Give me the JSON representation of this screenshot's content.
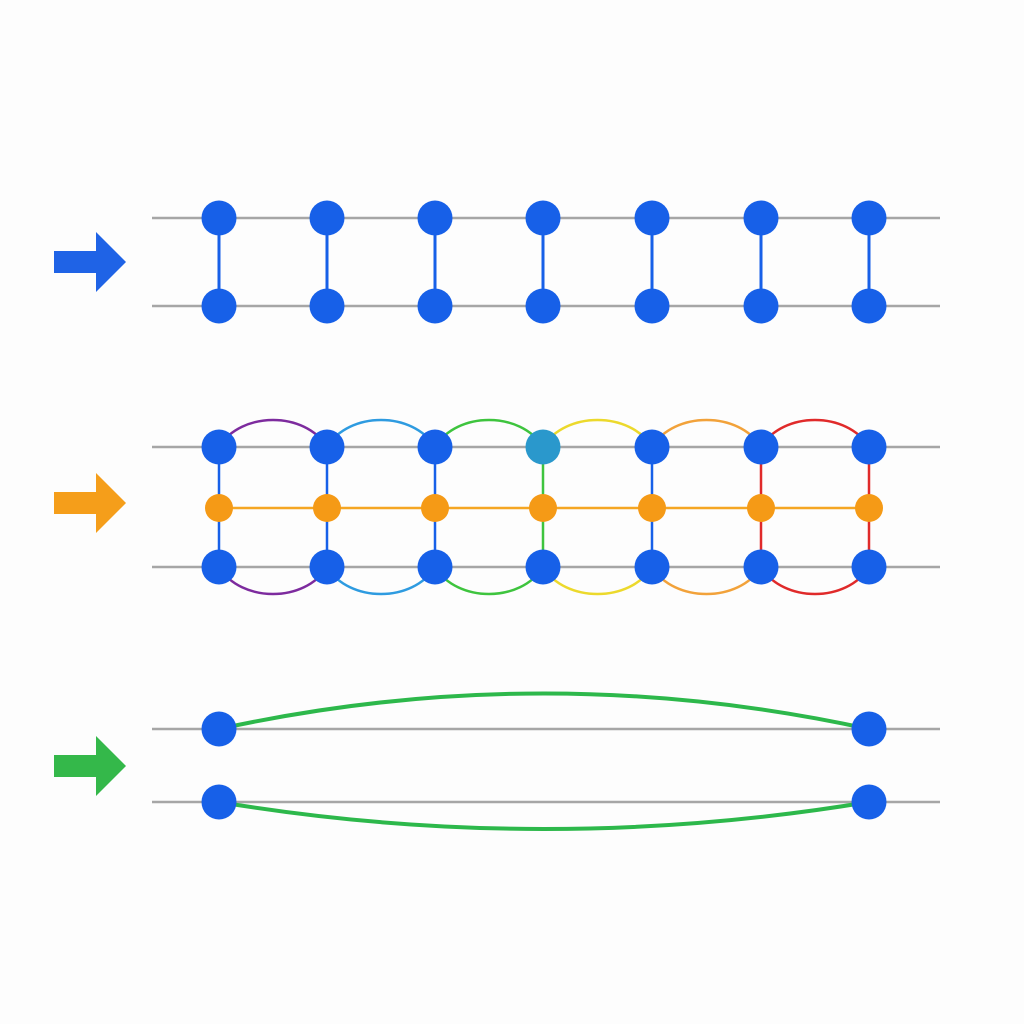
{
  "colors": {
    "background": "#fdfdfd",
    "wire": "#a6a6a6",
    "node_blue": "#1760e8",
    "node_teal": "#2a98cc",
    "node_orange": "#f59a16",
    "link_orange": "#f5a623",
    "arrow_blue": "#1f63e6",
    "arrow_orange": "#f59e1a",
    "arrow_green": "#34b84a",
    "bridge_green": "#2db84b",
    "arc_palette": [
      "#7d2b9e",
      "#2e9be0",
      "#3ec43e",
      "#ecd92c",
      "#f2a23a",
      "#e02a2a"
    ]
  },
  "diagram": {
    "panels": [
      {
        "id": "panel-1",
        "arrow_icon": "right-arrow-icon",
        "arrow_color": "#1f63e6",
        "node_count": 7,
        "rails": 2,
        "pattern": "vertical-pairs"
      },
      {
        "id": "panel-2",
        "arrow_icon": "right-arrow-icon",
        "arrow_color": "#f59e1a",
        "node_count": 7,
        "rails": 2,
        "pattern": "middle-chain-with-colored-arcs",
        "highlighted_node_index": 3
      },
      {
        "id": "panel-3",
        "arrow_icon": "right-arrow-icon",
        "arrow_color": "#34b84a",
        "node_count": 2,
        "rails": 2,
        "pattern": "long-range-green-bridge"
      }
    ]
  }
}
